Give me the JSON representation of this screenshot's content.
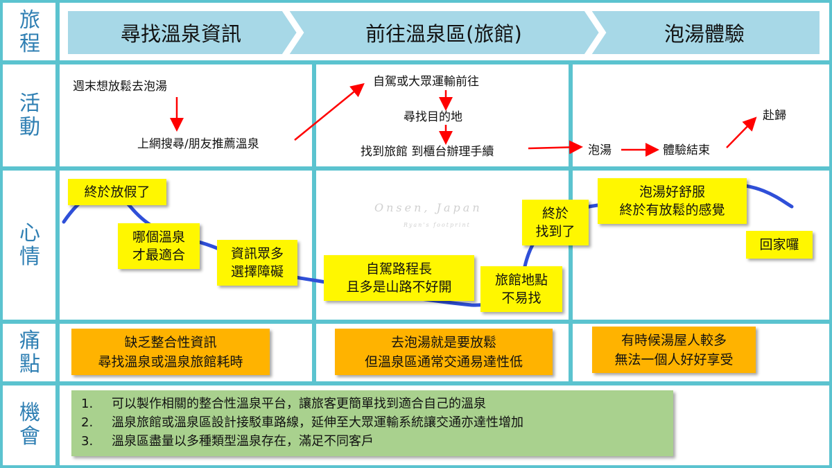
{
  "row_labels": {
    "journey": "旅\n程",
    "activity": "活\n動",
    "mood": "心\n情",
    "pain": "痛\n點",
    "opportunity": "機\n會"
  },
  "stages": [
    "尋找溫泉資訊",
    "前往溫泉區(旅館)",
    "泡湯體驗"
  ],
  "activities": {
    "weekend": "週末想放鬆去泡湯",
    "search": "上網搜尋/朋友推薦溫泉",
    "transport": "自駕或大眾運輸前往",
    "destination": "尋找目的地",
    "checkin": "找到旅館 到櫃台辦理手續",
    "bath": "泡湯",
    "end": "體驗結束",
    "return": "赴歸"
  },
  "moods": {
    "holiday": "終於放假了",
    "which": "哪個溫泉\n才最適合",
    "overload": "資訊眾多\n選擇障礙",
    "drive": "自駕路程長\n且多是山路不好開",
    "location": "旅館地點\n不易找",
    "found": "終於\n找到了",
    "relaxed": "泡湯好舒服\n終於有放鬆的感覺",
    "home": "回家囉"
  },
  "pains": [
    "缺乏整合性資訊\n尋找溫泉或溫泉旅館耗時",
    "去泡湯就是要放鬆\n但溫泉區通常交通易達性低",
    "有時候湯屋人較多\n無法一個人好好享受"
  ],
  "opportunities": [
    {
      "num": "1.",
      "text": "可以製作相關的整合性溫泉平台，讓旅客更簡單找到適合自己的溫泉"
    },
    {
      "num": "2.",
      "text": "溫泉旅館或溫泉區設計接駁車路線，延伸至大眾運輸系統讓交通亦達性增加"
    },
    {
      "num": "3.",
      "text": "溫泉區盡量以多種類型溫泉存在，滿足不同客戶"
    }
  ],
  "watermark": {
    "line1": "Onsen, Japan",
    "line2": "Ryan's footprint"
  },
  "colors": {
    "grid": "#5bc3cf",
    "stage_band": "#a7d8e7",
    "label_text": "#2f7fb3",
    "arrow": "#ff0000",
    "mood_line": "#2f4fd8",
    "note": "#fff700",
    "pain": "#ffb300",
    "opportunity": "#a9d18e"
  }
}
